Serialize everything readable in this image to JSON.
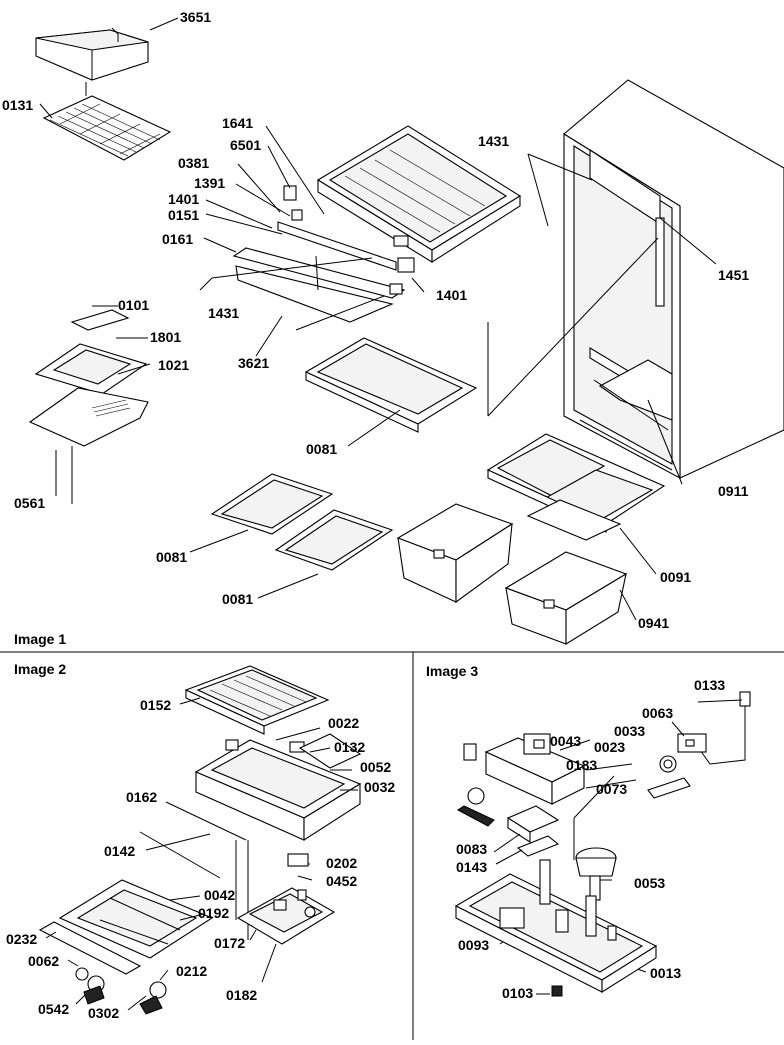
{
  "panels": {
    "image1": "Image 1",
    "image2": "Image 2",
    "image3": "Image 3"
  },
  "image1_parts": {
    "p3651": "3651",
    "p0131": "0131",
    "p1641": "1641",
    "p6501": "6501",
    "p0381": "0381",
    "p1391": "1391",
    "p1401a": "1401",
    "p0151": "0151",
    "p0161": "0161",
    "p1431a": "1431",
    "p1431b": "1431",
    "p1451": "1451",
    "p1401b": "1401",
    "p3621": "3621",
    "p0101": "0101",
    "p1801": "1801",
    "p1021": "1021",
    "p0561": "0561",
    "p0081a": "0081",
    "p0081b": "0081",
    "p0081c": "0081",
    "p0911": "0911",
    "p0091": "0091",
    "p0941": "0941"
  },
  "image2_parts": {
    "p0152": "0152",
    "p0022": "0022",
    "p0132": "0132",
    "p0052": "0052",
    "p0032": "0032",
    "p0162": "0162",
    "p0142": "0142",
    "p0202": "0202",
    "p0452": "0452",
    "p0042": "0042",
    "p0192": "0192",
    "p0232": "0232",
    "p0172": "0172",
    "p0062": "0062",
    "p0212": "0212",
    "p0182": "0182",
    "p0542": "0542",
    "p0302": "0302"
  },
  "image3_parts": {
    "p0133": "0133",
    "p0063": "0063",
    "p0043": "0043",
    "p0033": "0033",
    "p0023": "0023",
    "p0183": "0183",
    "p0073": "0073",
    "p0083": "0083",
    "p0143": "0143",
    "p0053": "0053",
    "p0093": "0093",
    "p0013": "0013",
    "p0103": "0103"
  }
}
